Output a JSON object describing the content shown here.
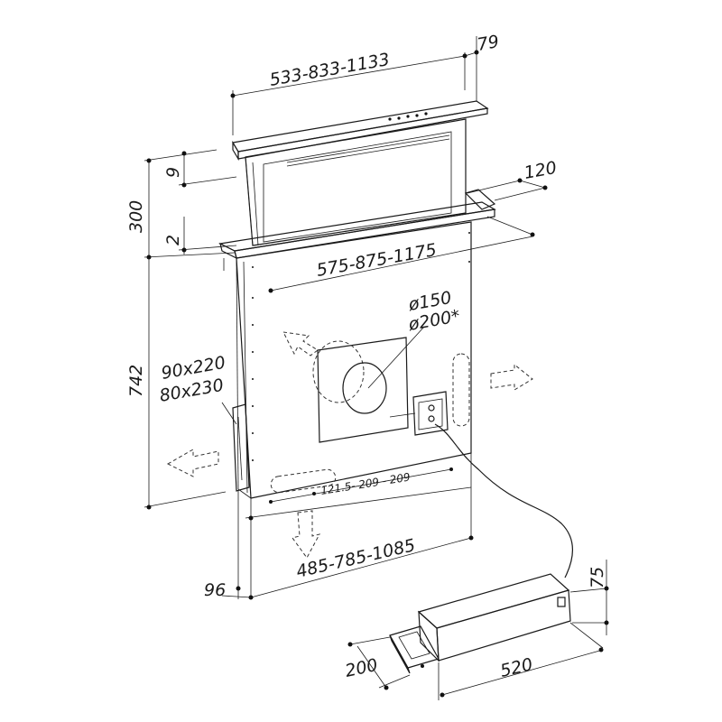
{
  "dimensions": {
    "top_width": "533-833-1133",
    "top_depth": "79",
    "height_rise": "300",
    "glass_top": "9",
    "glass_bottom": "2",
    "side_depth": "120",
    "trim_width": "575-875-1175",
    "duct_dia_1": "ø150",
    "duct_dia_2": "ø200*",
    "side_outlet_1": "90x220",
    "side_outlet_2": "80x230",
    "body_height": "742",
    "bottom_offsets": "121.5- 209 - 209",
    "body_width": "485-785-1085",
    "body_depth": "96",
    "motor_height": "75",
    "motor_depth": "200",
    "motor_length": "520"
  }
}
